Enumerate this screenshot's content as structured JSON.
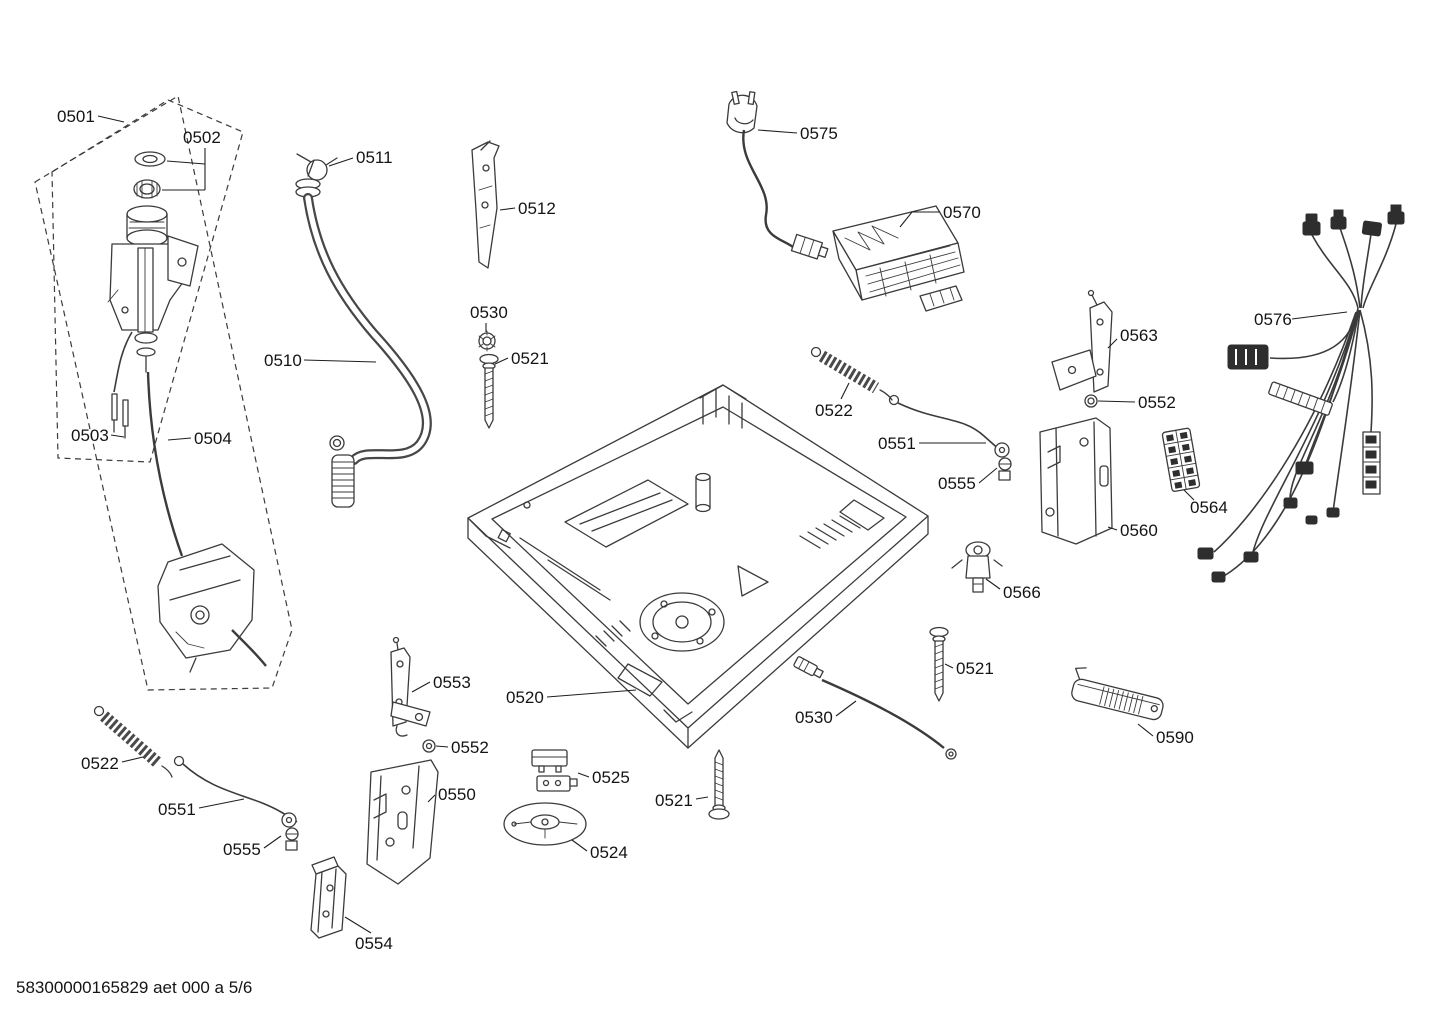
{
  "document": {
    "footer": "58300000165829 aet 000 a 5/6"
  },
  "part_labels": {
    "l0501": "0501",
    "l0502": "0502",
    "l0503": "0503",
    "l0504": "0504",
    "l0510": "0510",
    "l0511": "0511",
    "l0512": "0512",
    "l0520": "0520",
    "l0521a": "0521",
    "l0521b": "0521",
    "l0521c": "0521",
    "l0522a": "0522",
    "l0522b": "0522",
    "l0524": "0524",
    "l0525": "0525",
    "l0530a": "0530",
    "l0530b": "0530",
    "l0550": "0550",
    "l0551a": "0551",
    "l0551b": "0551",
    "l0552a": "0552",
    "l0552b": "0552",
    "l0553": "0553",
    "l0554": "0554",
    "l0555a": "0555",
    "l0555b": "0555",
    "l0560": "0560",
    "l0563": "0563",
    "l0564": "0564",
    "l0566": "0566",
    "l0570": "0570",
    "l0575": "0575",
    "l0576": "0576",
    "l0590": "0590"
  }
}
